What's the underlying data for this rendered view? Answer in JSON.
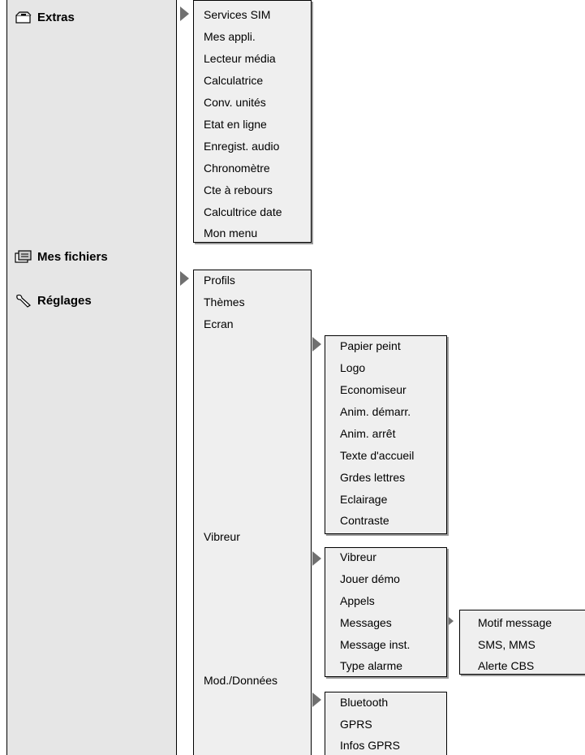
{
  "sections": {
    "extras": {
      "label": "Extras",
      "icon": "toolbox-icon"
    },
    "files": {
      "label": "Mes fichiers",
      "icon": "folder-files-icon"
    },
    "settings": {
      "label": "Réglages",
      "icon": "wrench-icon"
    }
  },
  "extras_menu": [
    "Services SIM",
    "Mes appli.",
    "Lecteur média",
    "Calculatrice",
    "Conv. unités",
    "Etat en ligne",
    "Enregist. audio",
    "Chronomètre",
    "Cte à rebours",
    "Calcultrice date",
    "Mon menu"
  ],
  "settings_menu": [
    "Profils",
    "Thèmes",
    "Ecran",
    "Vibreur",
    "Mod./Données"
  ],
  "ecran_menu": [
    "Papier peint",
    "Logo",
    "Economiseur",
    "Anim. démarr.",
    "Anim. arrêt",
    "Texte d'accueil",
    "Grdes lettres",
    "Eclairage",
    "Contraste"
  ],
  "vibreur_menu": [
    "Vibreur",
    "Jouer démo",
    "Appels",
    "Messages",
    "Message inst.",
    "Type alarme"
  ],
  "messages_menu": [
    "Motif message",
    "SMS, MMS",
    "Alerte CBS"
  ],
  "donnees_menu": [
    "Bluetooth",
    "GPRS",
    "Infos GPRS"
  ],
  "colors": {
    "panel": "#e6e6e6",
    "box": "#efefef",
    "arrow": "#707070"
  }
}
